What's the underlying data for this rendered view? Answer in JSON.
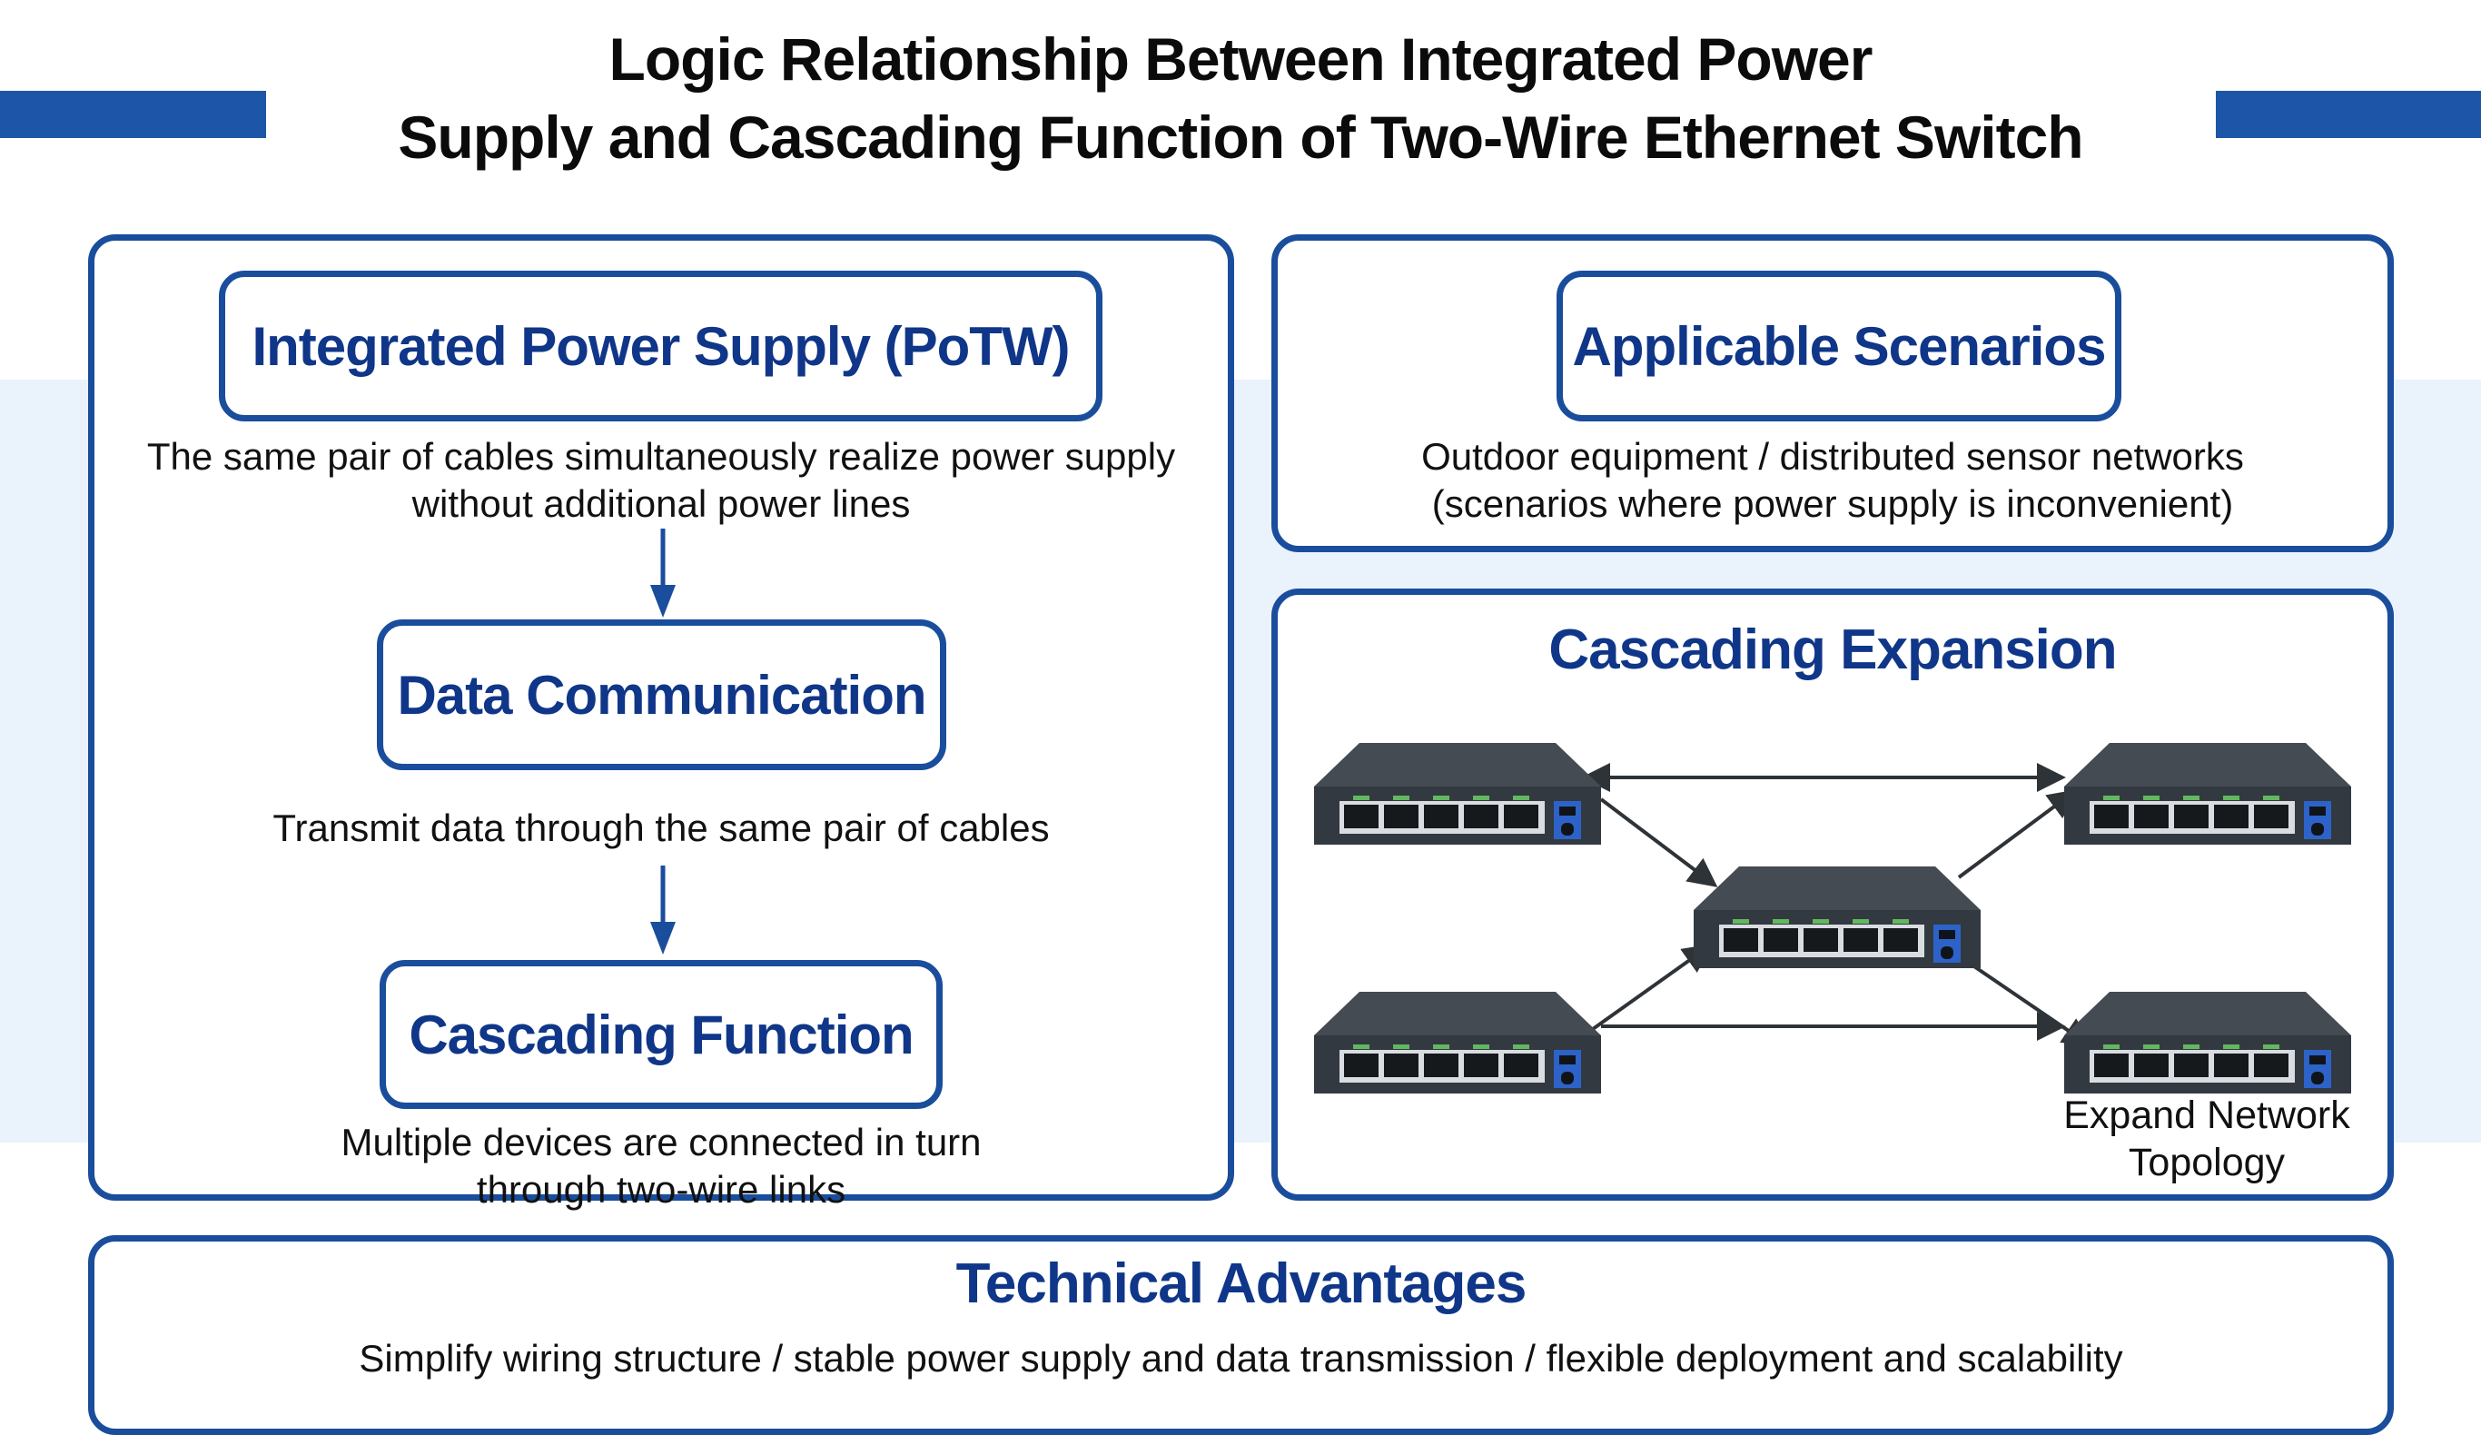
{
  "title": {
    "line1": "Logic Relationship Between Integrated Power",
    "line2": "Supply and Cascading Function of Two-Wire Ethernet Switch"
  },
  "colors": {
    "accent": "#1a4d9c",
    "heading_text": "#0f3688",
    "band": "#eaf2fb",
    "switch_body": "#3a3f47"
  },
  "left_panel": {
    "steps": [
      {
        "label": "Integrated Power Supply (PoTW)",
        "description_lines": [
          "The same pair of cables simultaneously realize power supply",
          "without additional power lines"
        ]
      },
      {
        "label": "Data Communication",
        "description_lines": [
          "Transmit data through the same pair of cables"
        ]
      },
      {
        "label": "Cascading Function",
        "description_lines": [
          "Multiple devices are connected in turn",
          "through two-wire links"
        ]
      }
    ]
  },
  "scenarios_panel": {
    "label": "Applicable Scenarios",
    "description_lines": [
      "Outdoor equipment / distributed sensor networks",
      "(scenarios where power supply is inconvenient)"
    ]
  },
  "cascading_panel": {
    "heading": "Cascading Expansion",
    "caption_lines": [
      "Expand Network",
      "Topology"
    ],
    "switches": [
      "top-left",
      "top-right",
      "center",
      "bottom-left",
      "bottom-right"
    ],
    "switch_port_count": 5,
    "links": [
      {
        "from": "top-left",
        "to": "top-right",
        "type": "bidirectional"
      },
      {
        "from": "top-left",
        "to": "center",
        "type": "directed"
      },
      {
        "from": "center",
        "to": "top-right",
        "type": "directed"
      },
      {
        "from": "bottom-left",
        "to": "center",
        "type": "directed"
      },
      {
        "from": "center",
        "to": "bottom-right",
        "type": "directed"
      },
      {
        "from": "bottom-left",
        "to": "bottom-right",
        "type": "directed"
      }
    ]
  },
  "advantages_panel": {
    "heading": "Technical Advantages",
    "description": "Simplify wiring structure / stable power supply and data transmission / flexible deployment and scalability"
  }
}
